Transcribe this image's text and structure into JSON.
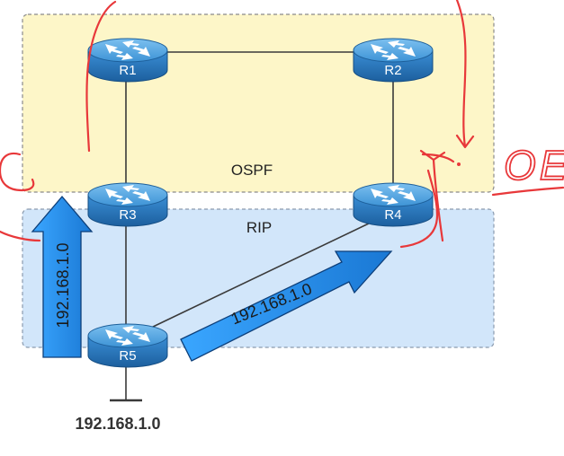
{
  "zones": {
    "ospf": {
      "label": "OSPF",
      "fill": "#fdf6c8",
      "stroke": "#8a8a8a"
    },
    "rip": {
      "label": "RIP",
      "fill": "#d2e6fa",
      "stroke": "#8a9aae"
    }
  },
  "routers": [
    {
      "id": "r1",
      "label": "R1"
    },
    {
      "id": "r2",
      "label": "R2"
    },
    {
      "id": "r3",
      "label": "R3"
    },
    {
      "id": "r4",
      "label": "R4"
    },
    {
      "id": "r5",
      "label": "R5"
    }
  ],
  "network": {
    "label": "192.168.1.0"
  },
  "arrows": {
    "vertical": {
      "label": "192.168.1.0"
    },
    "diagonal": {
      "label": "192.168.1.0"
    }
  },
  "annotations": {
    "handwriting": "OE"
  },
  "colors": {
    "router_fill": "#2a7fc4",
    "router_top": "#58a9e4",
    "arrow_fill": "#1e90ff",
    "arrow_stroke": "#0d3f7a",
    "ink_red": "#e8383a",
    "link": "#3a3a3a"
  }
}
